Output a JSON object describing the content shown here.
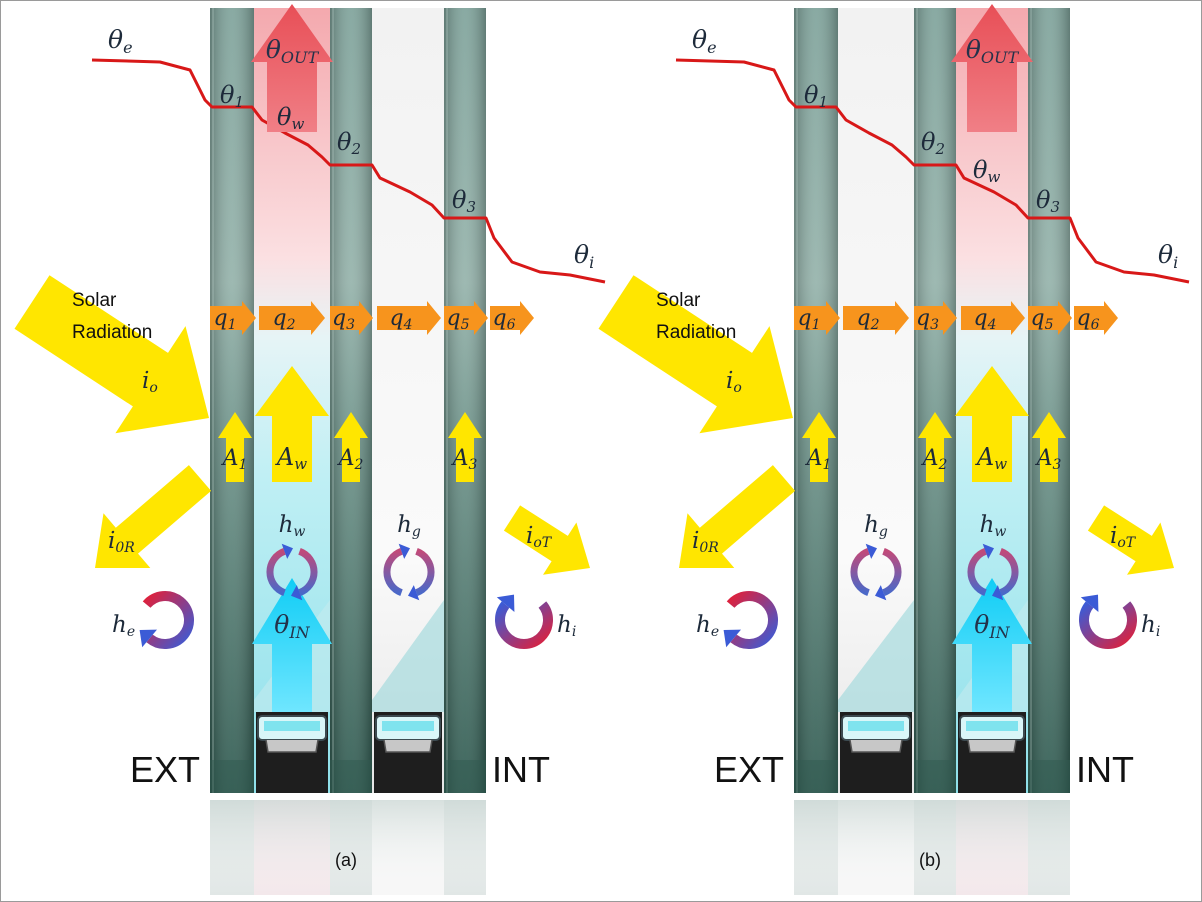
{
  "colors": {
    "glass_dark": "#3f6a62",
    "glass_light": "#7fa39b",
    "cavity_ventilated": "#f4b8bc",
    "cavity_water": "#bfeef3",
    "cavity_gas": "#efefef",
    "temperature_curve": "#d81818",
    "heat_flux_arrow": "#f7941d",
    "solar_arrow": "#ffe600",
    "inlet_arrow": "#22d3f5",
    "outlet_arrow": "#e8545c",
    "spacer": "#7fe3ee",
    "frame": "#1e1e1e"
  },
  "panels": [
    {
      "id": "a",
      "caption": "(a)",
      "solar_label_line1": "Solar",
      "solar_label_line2": "Radiation",
      "io": "io",
      "ioR": "i0R",
      "ioT": "ioT",
      "theta_e": "θe",
      "theta_i": "θi",
      "theta_1": "θ1",
      "theta_2": "θ2",
      "theta_3": "θ3",
      "theta_w": "θw",
      "theta_out": "θOUT",
      "theta_in": "θIN",
      "q": [
        "q1",
        "q2",
        "q3",
        "q4",
        "q5",
        "q6"
      ],
      "A1": "A1",
      "Aw": "Aw",
      "A2": "A2",
      "A3": "A3",
      "hw": "hw",
      "hg": "hg",
      "he": "he",
      "hi": "hi",
      "ext": "EXT",
      "int": "INT"
    },
    {
      "id": "b",
      "caption": "(b)",
      "solar_label_line1": "Solar",
      "solar_label_line2": "Radiation",
      "io": "io",
      "ioR": "i0R",
      "ioT": "ioT",
      "theta_e": "θe",
      "theta_i": "θi",
      "theta_1": "θ1",
      "theta_2": "θ2",
      "theta_3": "θ3",
      "theta_w": "θw",
      "theta_out": "θOUT",
      "theta_in": "θIN",
      "q": [
        "q1",
        "q2",
        "q3",
        "q4",
        "q5",
        "q6"
      ],
      "A1": "A1",
      "Aw": "Aw",
      "A2": "A2",
      "A3": "A3",
      "hw": "hw",
      "hg": "hg",
      "he": "he",
      "hi": "hi",
      "ext": "EXT",
      "int": "INT"
    }
  ]
}
